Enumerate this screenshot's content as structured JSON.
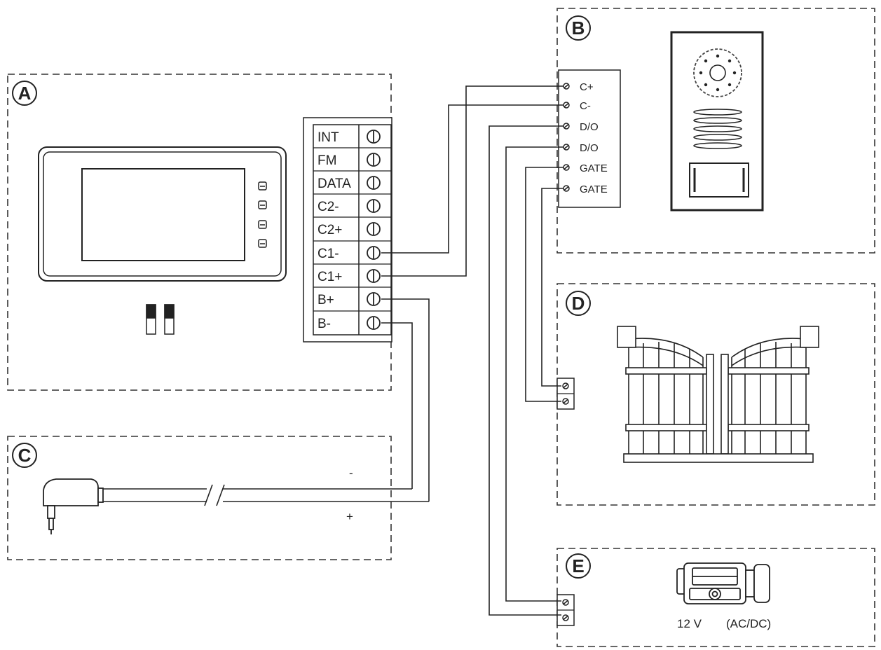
{
  "zones": {
    "a": {
      "letter": "A"
    },
    "b": {
      "letter": "B"
    },
    "c": {
      "letter": "C"
    },
    "d": {
      "letter": "D"
    },
    "e": {
      "letter": "E"
    }
  },
  "monitor_terminals": [
    "INT",
    "FM",
    "DATA",
    "C2-",
    "C2+",
    "C1-",
    "C1+",
    "B+",
    "B-"
  ],
  "panel_terminals": [
    "C+",
    "C-",
    "D/O",
    "D/O",
    "GATE",
    "GATE"
  ],
  "adapter": {
    "minus": "-",
    "plus": "+"
  },
  "lock": {
    "voltage": "12 V",
    "type": "(AC/DC)"
  }
}
